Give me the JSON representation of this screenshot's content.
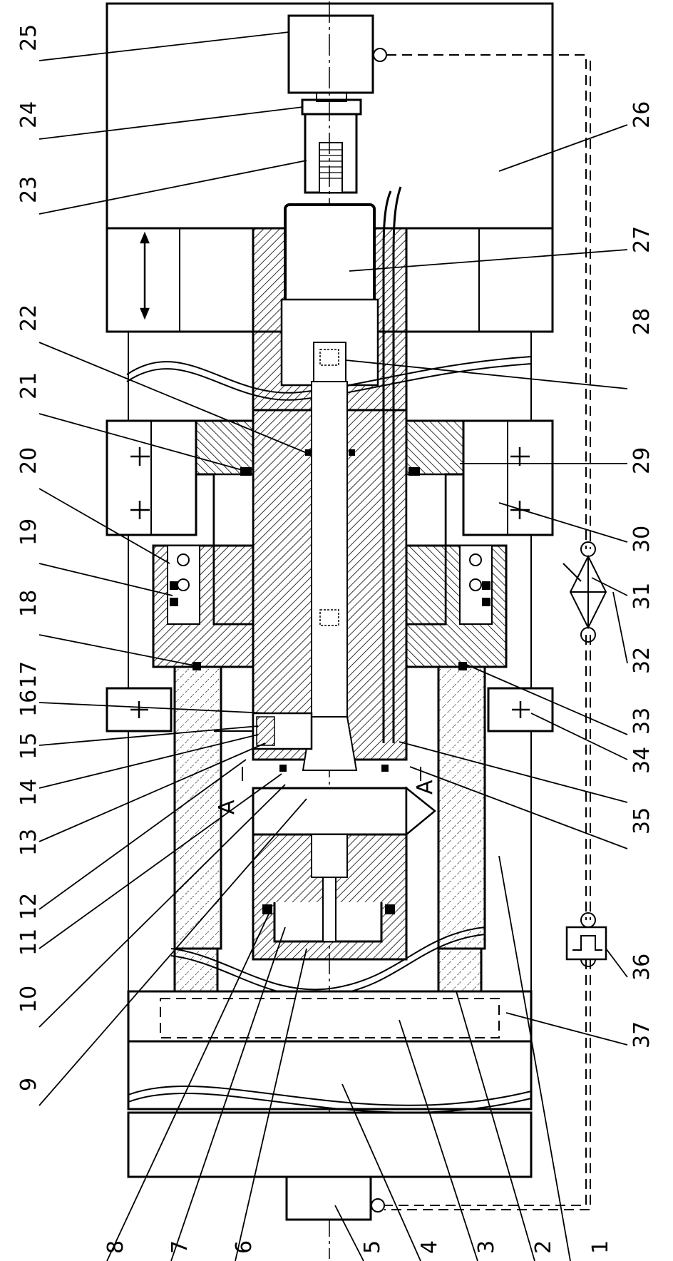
{
  "labels_left": [
    "8",
    "7",
    "6",
    "5",
    "4",
    "3",
    "2",
    "1"
  ],
  "labels_top": [
    "25",
    "24",
    "23",
    "26",
    "27",
    "28"
  ],
  "labels_left_column": [
    "22",
    "21",
    "20",
    "19",
    "18",
    "17",
    "16",
    "15",
    "14",
    "13",
    "12",
    "11",
    "10",
    "9"
  ],
  "labels_right_column": [
    "29",
    "30",
    "31",
    "32",
    "33",
    "34",
    "35",
    "36",
    "37"
  ],
  "section_marks": [
    "A",
    "A"
  ]
}
